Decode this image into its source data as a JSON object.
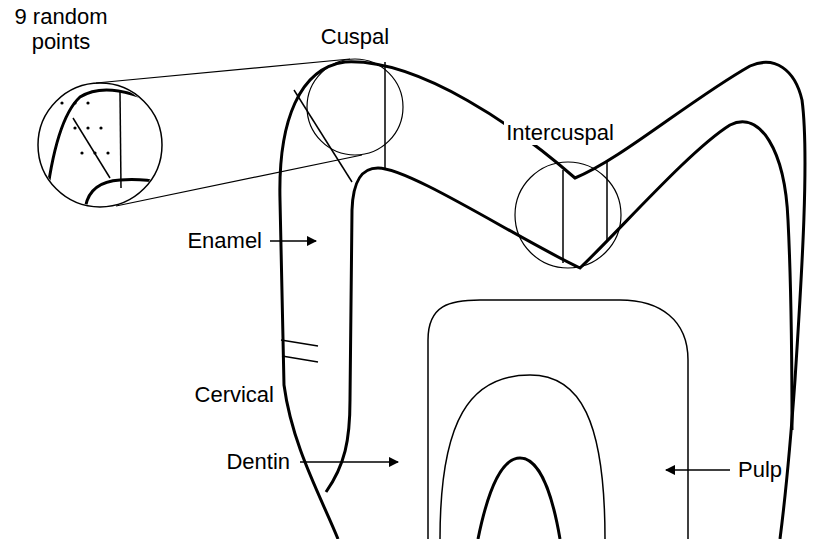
{
  "diagram": {
    "labels": [
      "9 random points",
      "Cuspal",
      "Intercuspal",
      "Enamel",
      "Cervical",
      "Dentin",
      "Pulp"
    ]
  }
}
